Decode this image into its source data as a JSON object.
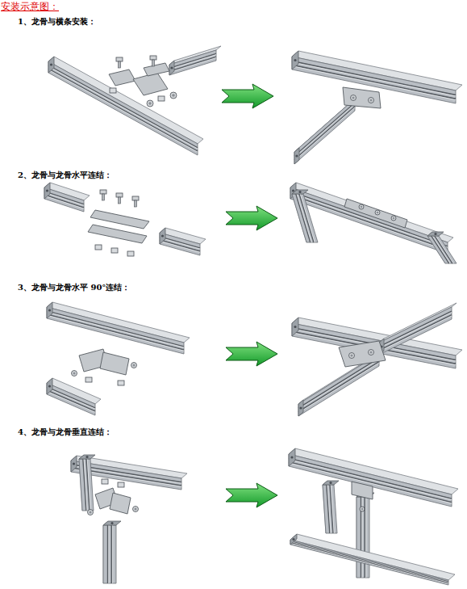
{
  "diagram": {
    "title": "安装示意图：",
    "labels": [
      "1、龙骨与横条安装：",
      "2、龙骨与龙骨水平连结：",
      "3、龙骨与龙骨水平 90°连结：",
      "4、龙骨与龙骨垂直连结："
    ]
  }
}
